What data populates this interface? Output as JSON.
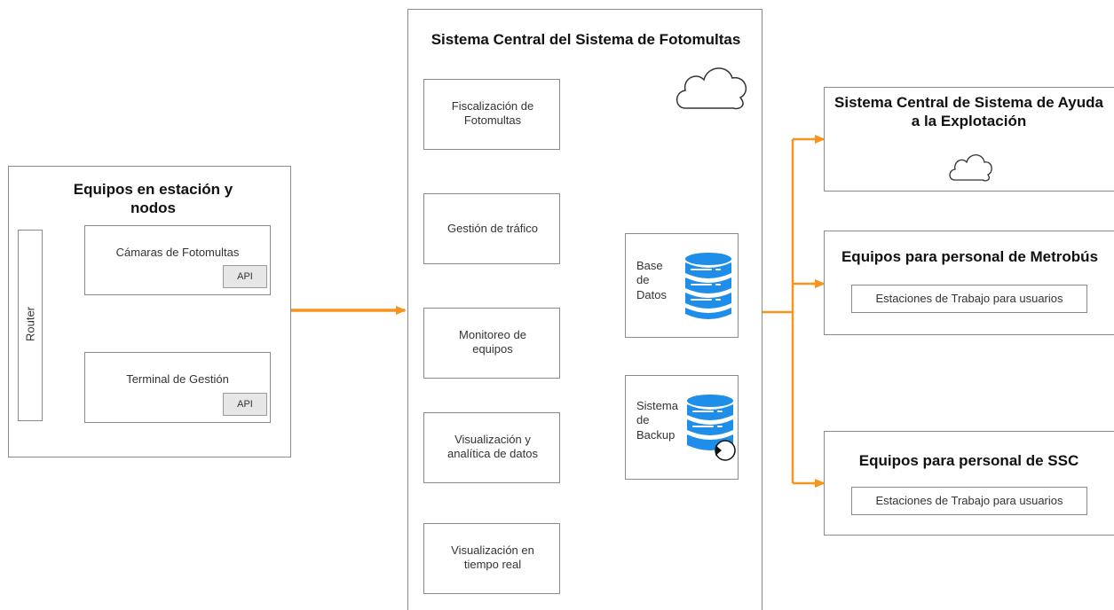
{
  "station": {
    "title": "Equipos en estación y nodos",
    "router": "Router",
    "camera": "Cámaras de Fotomultas",
    "terminal": "Terminal de Gestión",
    "api": "API"
  },
  "central": {
    "title": "Sistema Central del Sistema de Fotomultas",
    "modules": [
      "Fiscalización de Fotomultas",
      "Gestión de tráfico",
      "Monitoreo de equipos",
      "Visualización y analítica de datos",
      "Visualización en tiempo real"
    ],
    "database": "Base de Datos",
    "backup": "Sistema de Backup"
  },
  "right": {
    "sae_title": "Sistema Central de Sistema de Ayuda a la Explotación",
    "metrobus_title": "Equipos para personal de Metrobús",
    "ssc_title": "Equipos para personal de SSC",
    "workstation": "Estaciones de Trabajo para usuarios"
  },
  "colors": {
    "arrow_orange": "#f7941d",
    "db_blue": "#1f8ee8",
    "border": "#8a8a8a"
  },
  "icons": [
    "cloud-icon",
    "database-icon",
    "backup-icon"
  ]
}
